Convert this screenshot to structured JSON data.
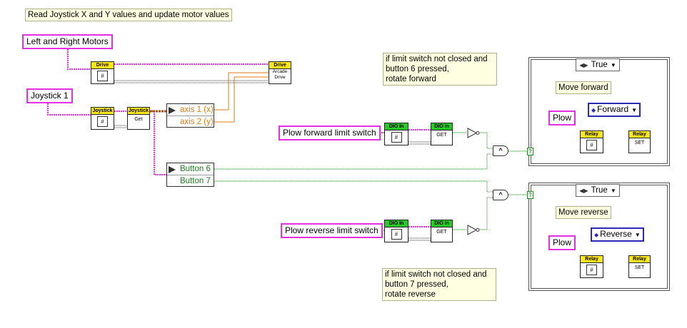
{
  "comments": {
    "header": "Read Joystick X and Y values and update motor values",
    "forward_note": "if limit switch not closed and\nbutton 6 pressed,\nrotate forward",
    "reverse_note": "if limit switch not closed and\nbutton 7 pressed,\nrotate reverse"
  },
  "refs": {
    "motors": "Left and Right Motors",
    "joystick": "Joystick 1",
    "fwd_limit": "Plow forward limit switch",
    "rev_limit": "Plow reverse limit switch",
    "plow": "Plow"
  },
  "vis": {
    "drive_ref": {
      "bar": "Drive",
      "icon": "#"
    },
    "drive_arcade": {
      "bar": "Drive",
      "line1": "Arcade",
      "line2": "Drive"
    },
    "joystick_ref": {
      "bar": "Joystick",
      "icon": "#"
    },
    "joystick_get": {
      "bar": "Joystick",
      "sub": "Get"
    },
    "dio_ref": {
      "bar": "DIO In",
      "icon": "#"
    },
    "dio_get": {
      "bar": "DIO In",
      "sub": "GET"
    },
    "relay_ref": {
      "bar": "Relay",
      "icon": "#"
    },
    "relay_set": {
      "bar": "Relay",
      "sub": "SET"
    }
  },
  "unbundle": {
    "axes": [
      "axis 1 (x)",
      "axis 2 (y)"
    ],
    "buttons": [
      "Button 6",
      "Button 7"
    ]
  },
  "logic": {
    "and": "^",
    "not": ">",
    "bool_term": "?"
  },
  "cases": {
    "top": {
      "selector": "True",
      "note": "Move forward",
      "enum": "Forward"
    },
    "bottom": {
      "selector": "True",
      "note": "Move reverse",
      "enum": "Reverse"
    }
  },
  "colors": {
    "refwire": "#e62ee6",
    "orange": "#e07a10",
    "green": "#2a8a2a",
    "enum": "#2a2ab5",
    "vi_bar_yellow": "#ffe81a",
    "vi_bar_green": "#27c927"
  }
}
